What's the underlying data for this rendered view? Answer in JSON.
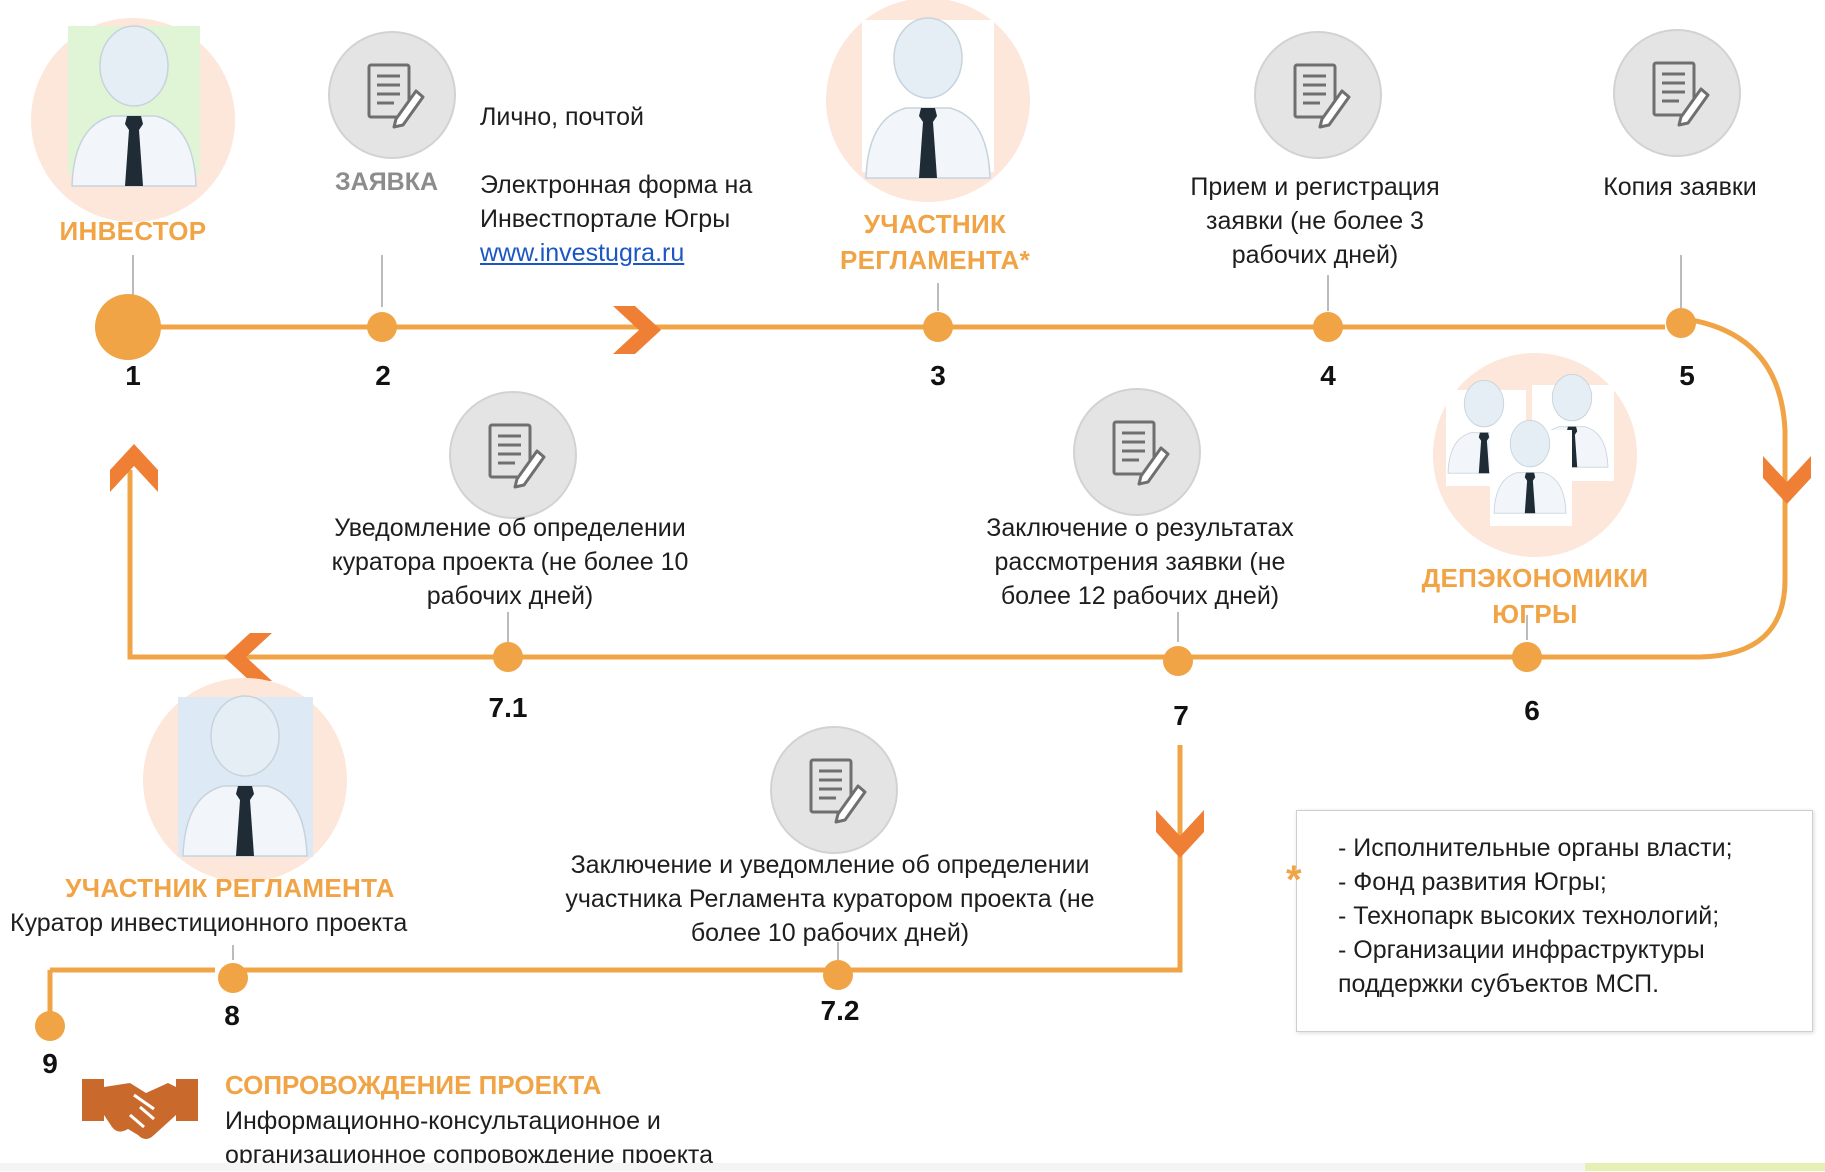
{
  "actors": {
    "investor": "ИНВЕСТОР",
    "participant_line1": "УЧАСТНИК",
    "participant_line2": "РЕГЛАМЕНТА*",
    "dep_line1": "ДЕПЭКОНОМИКИ",
    "dep_line2": "ЮГРЫ",
    "curator_title": "УЧАСТНИК РЕГЛАМЕНТА",
    "curator_sub": "Куратор инвестиционного проекта"
  },
  "application": {
    "title": "ЗАЯВКА",
    "method1": "Лично, почтой",
    "method2_line1": "Электронная форма на",
    "method2_line2": "Инвестпортале Югры",
    "link": "www.investugra.ru"
  },
  "steps": {
    "s4_line1": "Прием и регистрация",
    "s4_line2": "заявки (не более 3",
    "s4_line3": "рабочих дней)",
    "s5": "Копия заявки",
    "s7_line1": "Заключение о результатах",
    "s7_line2": "рассмотрения заявки (не",
    "s7_line3": "более 12 рабочих дней)",
    "s71_line1": "Уведомление об определении",
    "s71_line2": "куратора проекта (не более 10",
    "s71_line3": "рабочих дней)",
    "s72_line1": "Заключение и уведомление об определении",
    "s72_line2": "участника Регламента куратором проекта (не",
    "s72_line3": "более 10 рабочих дней)"
  },
  "numbers": {
    "n1": "1",
    "n2": "2",
    "n3": "3",
    "n4": "4",
    "n5": "5",
    "n6": "6",
    "n7": "7",
    "n71": "7.1",
    "n72": "7.2",
    "n8": "8",
    "n9": "9"
  },
  "support": {
    "title": "СОПРОВОЖДЕНИЕ ПРОЕКТА",
    "line1": "Информационно-консультационное и",
    "line2": "организационное сопровождение проекта"
  },
  "legend": {
    "star": "*",
    "items": [
      "- Исполнительные органы власти;",
      "- Фонд развития Югры;",
      "- Технопарк высоких технологий;",
      "- Организации инфраструктуры",
      "поддержки субъектов МСП."
    ]
  },
  "icons": {
    "document": "document-pen-icon",
    "person": "businessman-icon",
    "handshake": "handshake-icon",
    "chevron": "chevron-icon"
  },
  "colors": {
    "accent": "#f0a445",
    "chevron": "#f07f36",
    "gray_circle": "#e6e6e6",
    "peach_circle": "#fde6da",
    "link": "#1a56c4"
  }
}
